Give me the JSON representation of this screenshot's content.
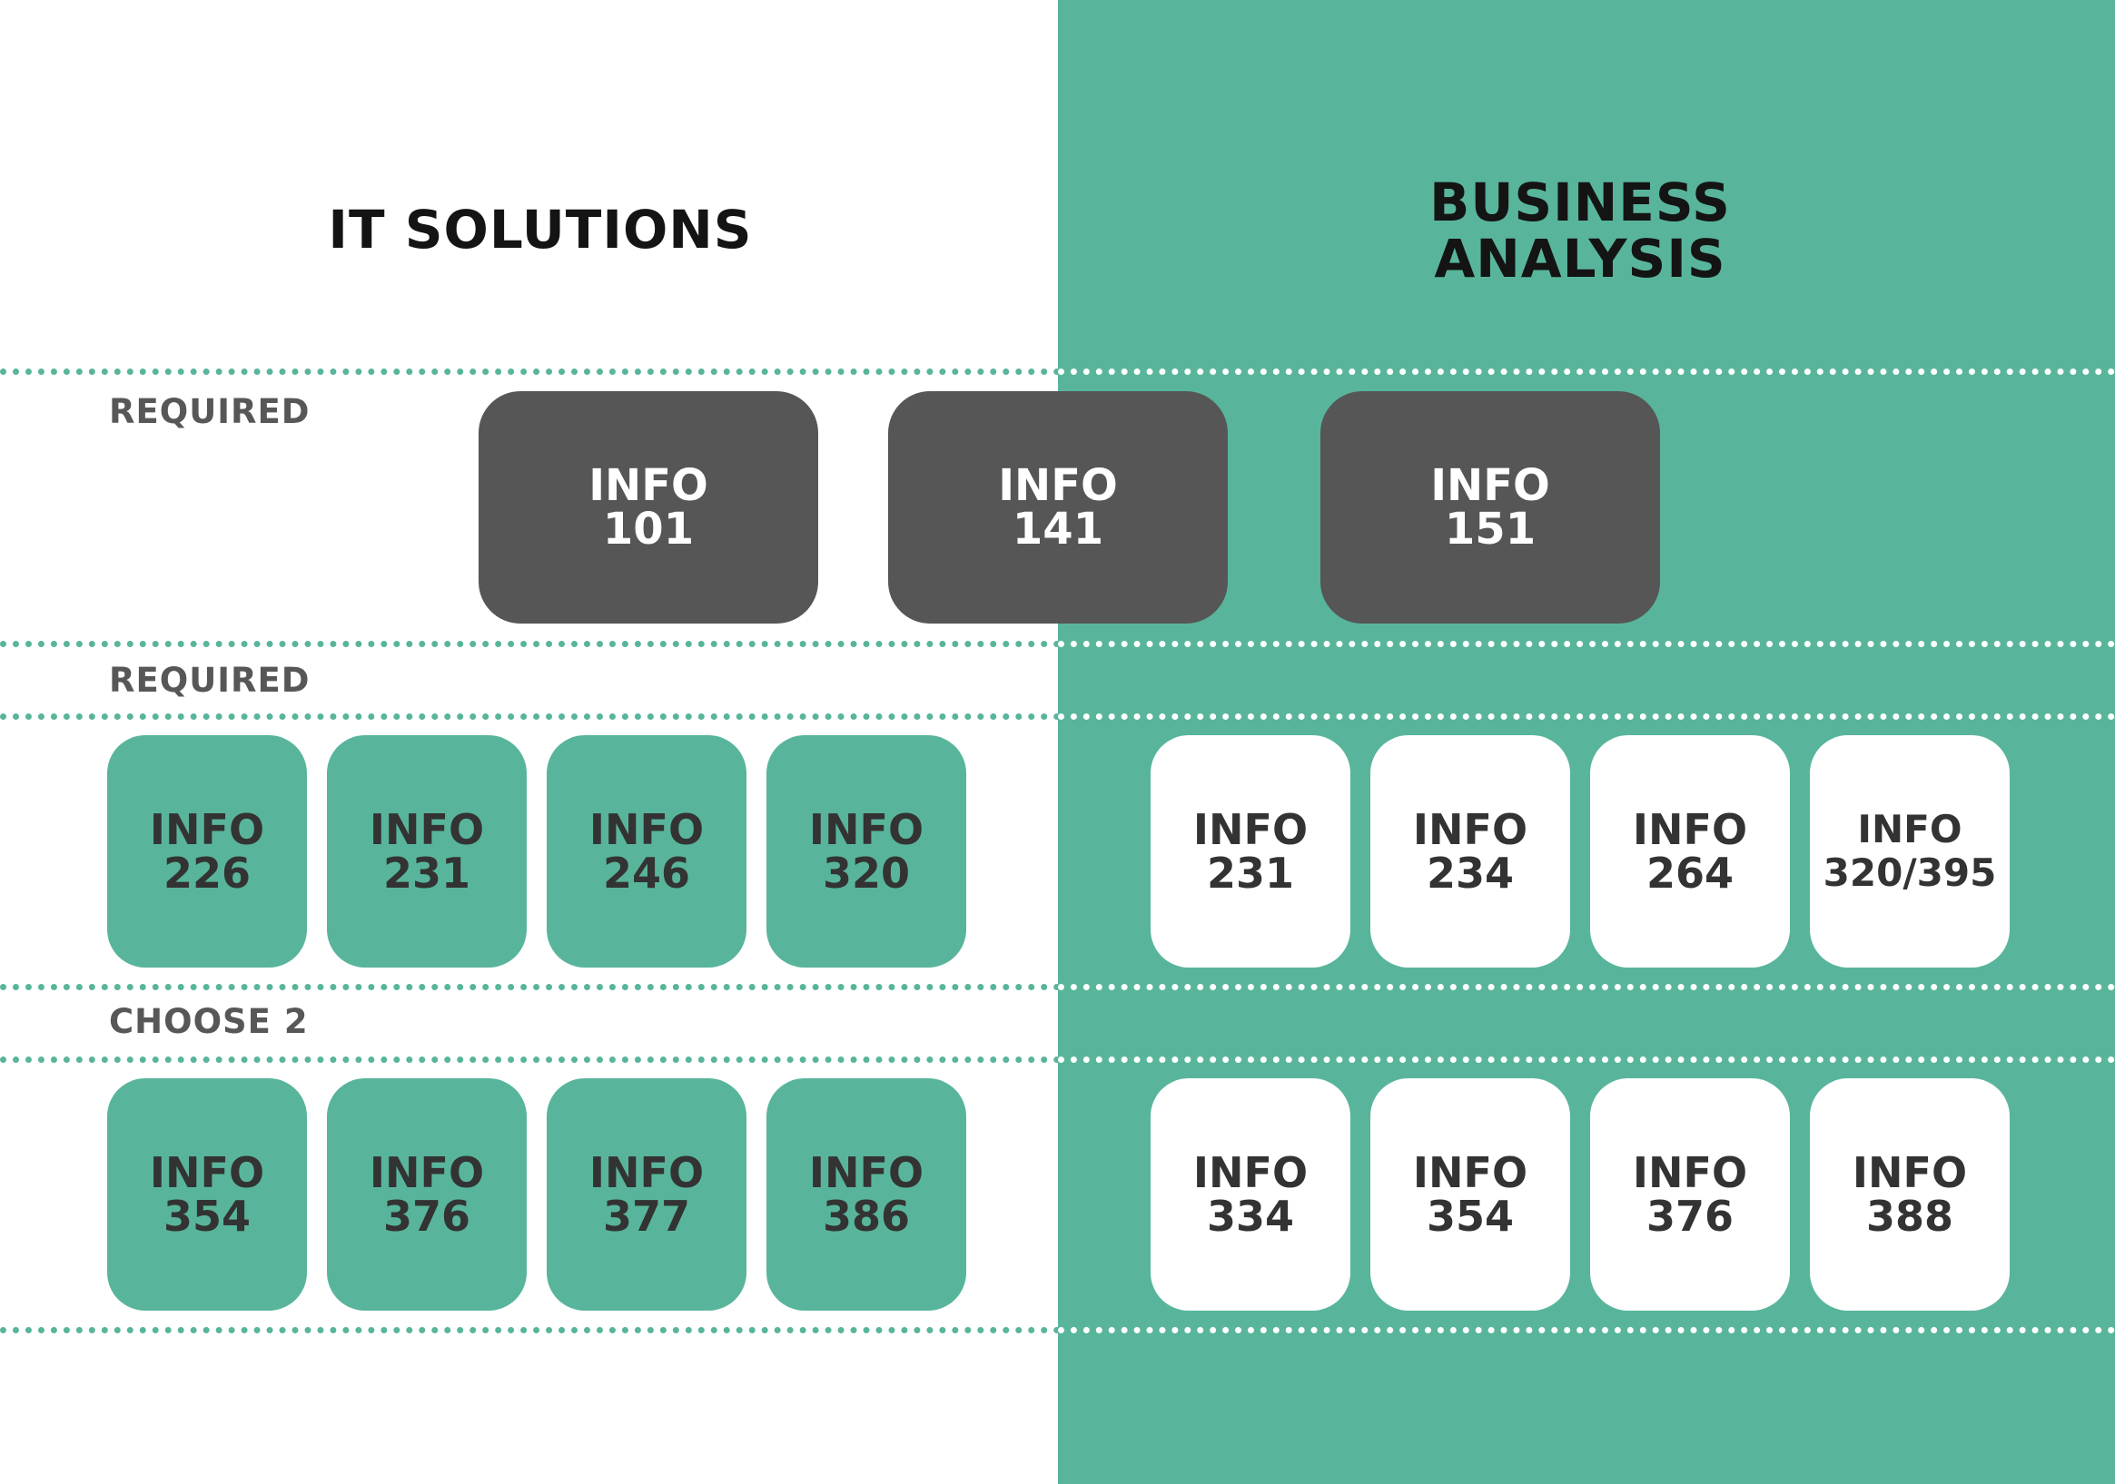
{
  "headings": {
    "left": "IT SOLUTIONS",
    "right_line1": "BUSINESS",
    "right_line2": "ANALYSIS"
  },
  "rows": [
    {
      "label": "REQUIRED",
      "shared": [
        {
          "line1": "INFO",
          "line2": "101"
        },
        {
          "line1": "INFO",
          "line2": "141"
        },
        {
          "line1": "INFO",
          "line2": "151"
        }
      ]
    },
    {
      "label": "REQUIRED",
      "left": [
        {
          "line1": "INFO",
          "line2": "226"
        },
        {
          "line1": "INFO",
          "line2": "231"
        },
        {
          "line1": "INFO",
          "line2": "246"
        },
        {
          "line1": "INFO",
          "line2": "320"
        }
      ],
      "right": [
        {
          "line1": "INFO",
          "line2": "231"
        },
        {
          "line1": "INFO",
          "line2": "234"
        },
        {
          "line1": "INFO",
          "line2": "264"
        },
        {
          "line1": "INFO",
          "line2": "320/395"
        }
      ]
    },
    {
      "label": "CHOOSE 2",
      "left": [
        {
          "line1": "INFO",
          "line2": "354"
        },
        {
          "line1": "INFO",
          "line2": "376"
        },
        {
          "line1": "INFO",
          "line2": "377"
        },
        {
          "line1": "INFO",
          "line2": "386"
        }
      ],
      "right": [
        {
          "line1": "INFO",
          "line2": "334"
        },
        {
          "line1": "INFO",
          "line2": "354"
        },
        {
          "line1": "INFO",
          "line2": "376"
        },
        {
          "line1": "INFO",
          "line2": "388"
        }
      ]
    }
  ],
  "colors": {
    "accent_green": "#58b59b",
    "dark_box": "#565656",
    "label_gray": "#575757",
    "heading": "#141414"
  }
}
